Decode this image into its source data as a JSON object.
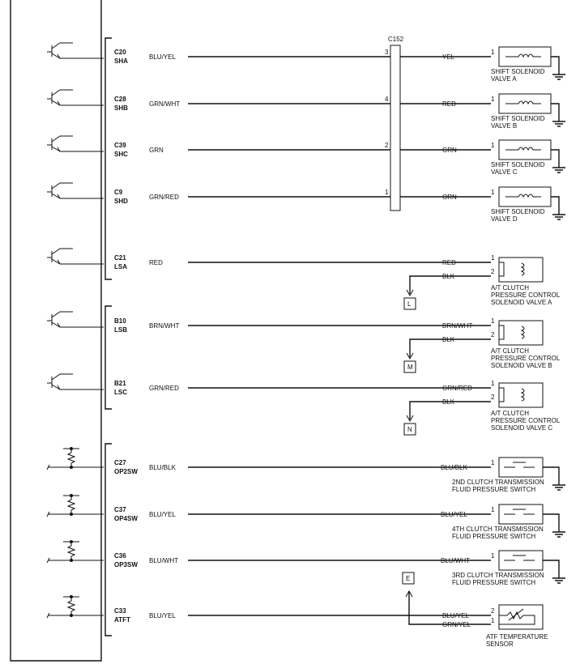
{
  "connector": {
    "label": "C152"
  },
  "solenoids": [
    {
      "pcm_pin": "C20",
      "pcm_sig": "SHA",
      "wire": "BLU/YEL",
      "conn_pin": "3",
      "out_wire": "YEL",
      "dev_pin": "1",
      "dev_label": [
        "SHIFT SOLENOID",
        "VALVE A"
      ]
    },
    {
      "pcm_pin": "C28",
      "pcm_sig": "SHB",
      "wire": "GRN/WHT",
      "conn_pin": "4",
      "out_wire": "RED",
      "dev_pin": "1",
      "dev_label": [
        "SHIFT SOLENOID",
        "VALVE B"
      ]
    },
    {
      "pcm_pin": "C39",
      "pcm_sig": "SHC",
      "wire": "GRN",
      "conn_pin": "2",
      "out_wire": "GRN",
      "dev_pin": "1",
      "dev_label": [
        "SHIFT SOLENOID",
        "VALVE C"
      ]
    },
    {
      "pcm_pin": "C9",
      "pcm_sig": "SHD",
      "wire": "GRN/RED",
      "conn_pin": "1",
      "out_wire": "ORN",
      "dev_pin": "1",
      "dev_label": [
        "SHIFT SOLENOID",
        "VALVE D"
      ]
    }
  ],
  "pressure": [
    {
      "pcm_pin": "C21",
      "pcm_sig": "LSA",
      "wire": "RED",
      "out_wire": "RED",
      "gnd_wire": "BLK",
      "pin1": "1",
      "pin2": "2",
      "ref": "L",
      "dev_label": [
        "A/T CLUTCH",
        "PRESSURE CONTROL",
        "SOLENOID VALVE A"
      ]
    },
    {
      "pcm_pin": "B10",
      "pcm_sig": "LSB",
      "wire": "BRN/WHT",
      "out_wire": "BRN/WHT",
      "gnd_wire": "BLK",
      "pin1": "1",
      "pin2": "2",
      "ref": "M",
      "dev_label": [
        "A/T CLUTCH",
        "PRESSURE CONTROL",
        "SOLENOID VALVE B"
      ]
    },
    {
      "pcm_pin": "B21",
      "pcm_sig": "LSC",
      "wire": "GRN/RED",
      "out_wire": "GRN/RED",
      "gnd_wire": "BLK",
      "pin1": "1",
      "pin2": "2",
      "ref": "N",
      "dev_label": [
        "A/T CLUTCH",
        "PRESSURE CONTROL",
        "SOLENOID VALVE C"
      ]
    }
  ],
  "switches": [
    {
      "pcm_pin": "C27",
      "pcm_sig": "OP2SW",
      "wire": "BLU/BLK",
      "out_wire": "BLU/BLK",
      "dev_pin": "1",
      "dev_label": [
        "2ND CLUTCH TRANSMISSION",
        "FLUID PRESSURE SWITCH"
      ]
    },
    {
      "pcm_pin": "C37",
      "pcm_sig": "OP4SW",
      "wire": "BLU/YEL",
      "out_wire": "BLU/YEL",
      "dev_pin": "1",
      "dev_label": [
        "4TH CLUTCH TRANSMISSION",
        "FLUID PRESSURE SWITCH"
      ]
    },
    {
      "pcm_pin": "C36",
      "pcm_sig": "OP3SW",
      "wire": "BLU/WHT",
      "out_wire": "BLU/WHT",
      "dev_pin": "1",
      "dev_label": [
        "3RD CLUTCH TRANSMISSION",
        "FLUID PRESSURE SWITCH"
      ]
    }
  ],
  "sensor": {
    "pcm_pin": "C33",
    "pcm_sig": "ATFT",
    "wire": "BLU/YEL",
    "out_wire": "BLU/YEL",
    "ret_wire": "GRN/YEL",
    "pin_top": "2",
    "pin_bot": "1",
    "ref": "E",
    "dev_label": [
      "ATF TEMPERATURE",
      "SENSOR"
    ]
  }
}
